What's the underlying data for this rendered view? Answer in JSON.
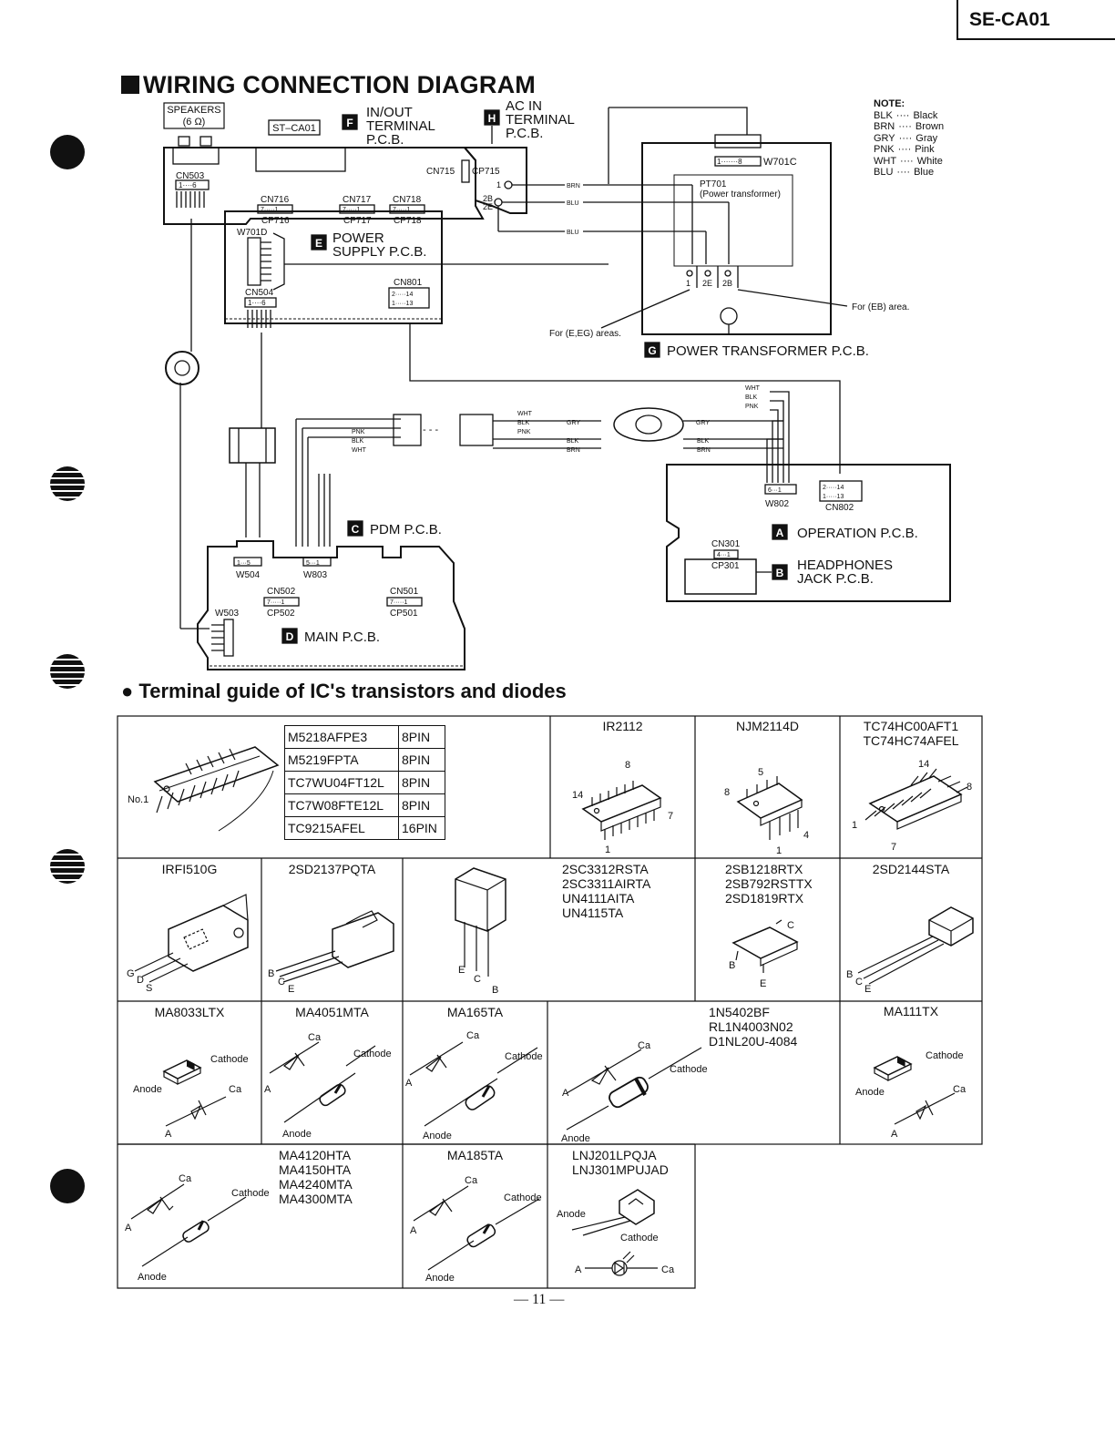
{
  "header": {
    "model": "SE-CA01"
  },
  "title": "WIRING CONNECTION DIAGRAM",
  "note": {
    "heading": "NOTE:",
    "items": [
      {
        "code": "BLK",
        "name": "Black"
      },
      {
        "code": "BRN",
        "name": "Brown"
      },
      {
        "code": "GRY",
        "name": "Gray"
      },
      {
        "code": "PNK",
        "name": "Pink"
      },
      {
        "code": "WHT",
        "name": "White"
      },
      {
        "code": "BLU",
        "name": "Blue"
      }
    ],
    "sep": "····"
  },
  "diagram": {
    "speakers": "SPEAKERS",
    "speakers_ohm": "(6 Ω)",
    "st_label": "ST–CA01",
    "boards": {
      "F": {
        "badge": "F",
        "l1": "IN/OUT",
        "l2": "TERMINAL",
        "l3": "P.C.B."
      },
      "H": {
        "badge": "H",
        "l1": "AC IN",
        "l2": "TERMINAL",
        "l3": "P.C.B."
      },
      "E": {
        "badge": "E",
        "l1": "POWER",
        "l2": "SUPPLY P.C.B."
      },
      "G": {
        "badge": "G",
        "l1": "POWER TRANSFORMER P.C.B."
      },
      "C": {
        "badge": "C",
        "l1": "PDM P.C.B."
      },
      "A": {
        "badge": "A",
        "l1": "OPERATION P.C.B."
      },
      "B": {
        "badge": "B",
        "l1": "HEADPHONES",
        "l2": "JACK P.C.B."
      },
      "D": {
        "badge": "D",
        "l1": "MAIN P.C.B."
      }
    },
    "connectors": {
      "cn503": "CN503",
      "cn715": "CN715",
      "cp715": "CP715",
      "cn716": "CN716",
      "cn717": "CN717",
      "cn718": "CN718",
      "cp716": "CP716",
      "cp717": "CP717",
      "cp718": "CP718",
      "w701d": "W701D",
      "cn504": "CN504",
      "cn801": "CN801",
      "w701c": "W701C",
      "pt701": "PT701",
      "pt701_desc": "(Power transformer)",
      "w802": "W802",
      "cn802": "CN802",
      "cn301": "CN301",
      "cp301": "CP301",
      "w504": "W504",
      "w803": "W803",
      "cn502": "CN502",
      "cp502": "CP502",
      "cn501": "CN501",
      "cp501": "CP501",
      "w503": "W503"
    },
    "pin_labels": {
      "p1_6": "1····6",
      "p7_1": "7·····1",
      "p2_14": "2·····14",
      "p1_13": "1·····13",
      "p1_8": "1·······8",
      "p6_1": "6···1",
      "p1_5": "1···5",
      "p5_1": "5···1",
      "p4_1": "4···1",
      "p1": "1",
      "p2b": "2B",
      "p2e": "2E",
      "t1": "1",
      "t2e": "2E",
      "t2b": "2B"
    },
    "areas": {
      "eeg": "For (E,EG) areas.",
      "eb": "For (EB) area."
    },
    "wires": {
      "brn": "BRN",
      "blu": "BLU",
      "wht": "WHT",
      "blk": "BLK",
      "pnk": "PNK",
      "gry": "GRY"
    }
  },
  "subtitle": "Terminal guide of IC's transistors and diodes",
  "ic_table": {
    "pin_list": [
      {
        "name": "M5218AFPE3",
        "pins": "8PIN"
      },
      {
        "name": "M5219FPTA",
        "pins": "8PIN"
      },
      {
        "name": "TC7WU04FT12L",
        "pins": "8PIN"
      },
      {
        "name": "TC7W08FTE12L",
        "pins": "8PIN"
      },
      {
        "name": "TC9215AFEL",
        "pins": "16PIN"
      }
    ],
    "no1": "No.1",
    "ir2112": "IR2112",
    "njm2114d": "NJM2114D",
    "tc74": [
      "TC74HC00AFT1",
      "TC74HC74AFEL"
    ],
    "irfi510g": "IRFI510G",
    "d2137": "2SD2137PQTA",
    "sc_group": [
      "2SC3312RSTA",
      "2SC3311AIRTA",
      "UN4111AITA",
      "UN4115TA"
    ],
    "sb_group": [
      "2SB1218RTX",
      "2SB792RSTTX",
      "2SD1819RTX"
    ],
    "d2144": "2SD2144STA",
    "ma8033": "MA8033LTX",
    "ma4051": "MA4051MTA",
    "ma165": "MA165TA",
    "n5402": [
      "1N5402BF",
      "RL1N4003N02",
      "D1NL20U-4084"
    ],
    "ma111": "MA111TX",
    "ma4120": [
      "MA4120HTA",
      "MA4150HTA",
      "MA4240MTA",
      "MA4300MTA"
    ],
    "ma185": "MA185TA",
    "lnj": [
      "LNJ201LPQJA",
      "LNJ301MPUJAD"
    ],
    "pins": {
      "n8": "8",
      "n14": "14",
      "n7": "7",
      "n1": "1",
      "n5": "5",
      "n4": "4",
      "g": "G",
      "d": "D",
      "s": "S",
      "b": "B",
      "c": "C",
      "e": "E"
    },
    "diode_words": {
      "cathode": "Cathode",
      "anode": "Anode",
      "ca": "Ca",
      "a": "A"
    }
  },
  "footer": {
    "page": "— 11 —"
  }
}
